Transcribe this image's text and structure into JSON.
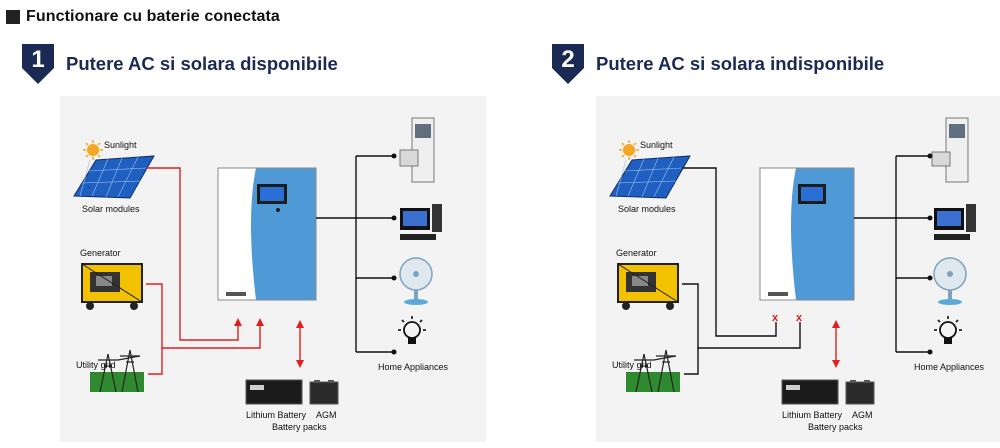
{
  "header": {
    "title": "Functionare cu baterie conectata"
  },
  "scenarios": [
    {
      "number": "1",
      "title": "Putere AC si solara disponibile"
    },
    {
      "number": "2",
      "title": "Putere AC si solara indisponibile"
    }
  ],
  "labels": {
    "sunlight": "Sunlight",
    "solar_modules": "Solar modules",
    "generator": "Generator",
    "utility_grid": "Utility grid",
    "lithium_battery": "Lithium Battery",
    "agm": "AGM",
    "battery_packs": "Battery packs",
    "home_appliances": "Home Appliances"
  },
  "marks": {
    "blocked": "x"
  },
  "colors": {
    "active_line": "#e02020",
    "inactive_line": "#111111",
    "inverter_blue": "#4f9ad6",
    "badge": "#1a2a55"
  }
}
